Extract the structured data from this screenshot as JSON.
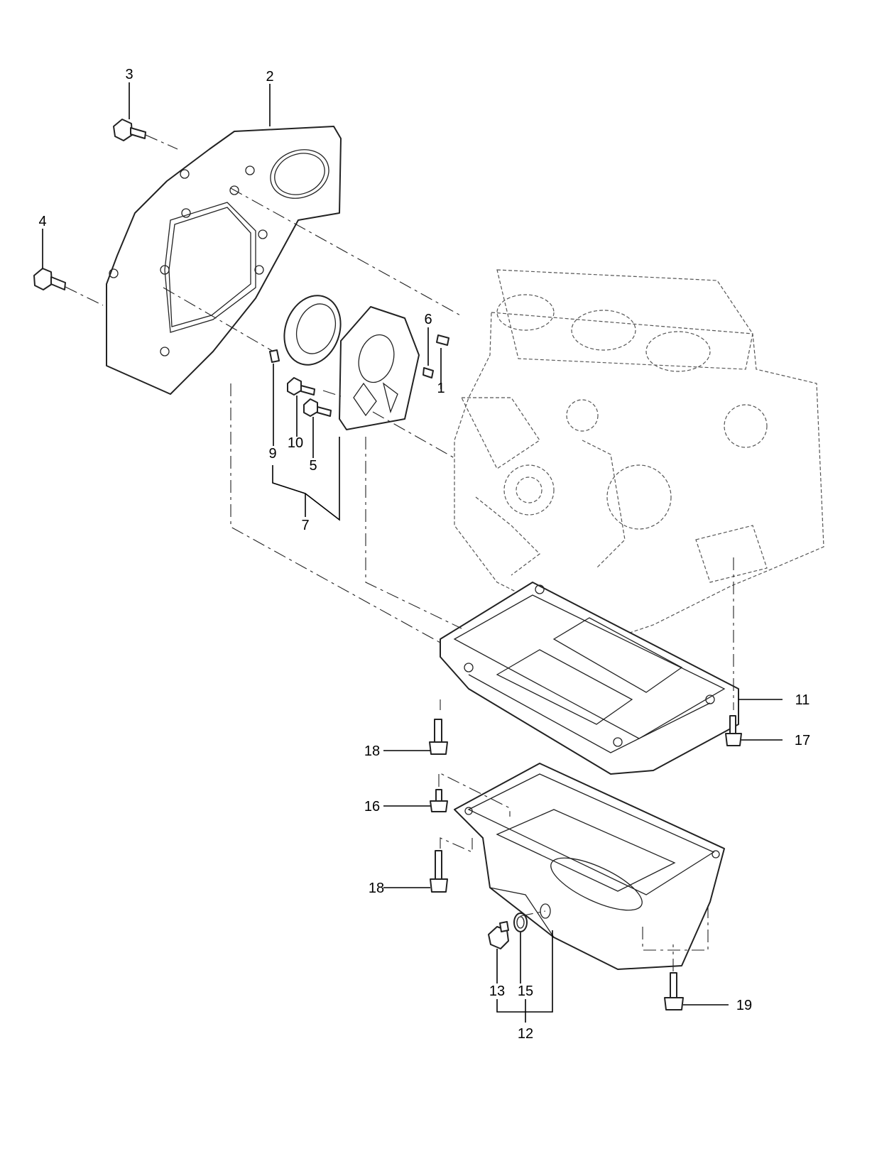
{
  "callouts": [
    {
      "id": "c1",
      "text": "1"
    },
    {
      "id": "c2",
      "text": "2"
    },
    {
      "id": "c3",
      "text": "3"
    },
    {
      "id": "c4",
      "text": "4"
    },
    {
      "id": "c5",
      "text": "5"
    },
    {
      "id": "c6",
      "text": "6"
    },
    {
      "id": "c7",
      "text": "7"
    },
    {
      "id": "c9",
      "text": "9"
    },
    {
      "id": "c10",
      "text": "10"
    },
    {
      "id": "c11",
      "text": "11"
    },
    {
      "id": "c12",
      "text": "12"
    },
    {
      "id": "c13",
      "text": "13"
    },
    {
      "id": "c15",
      "text": "15"
    },
    {
      "id": "c16",
      "text": "16"
    },
    {
      "id": "c17",
      "text": "17"
    },
    {
      "id": "c18a",
      "text": "18"
    },
    {
      "id": "c18b",
      "text": "18"
    },
    {
      "id": "c19",
      "text": "19"
    }
  ]
}
